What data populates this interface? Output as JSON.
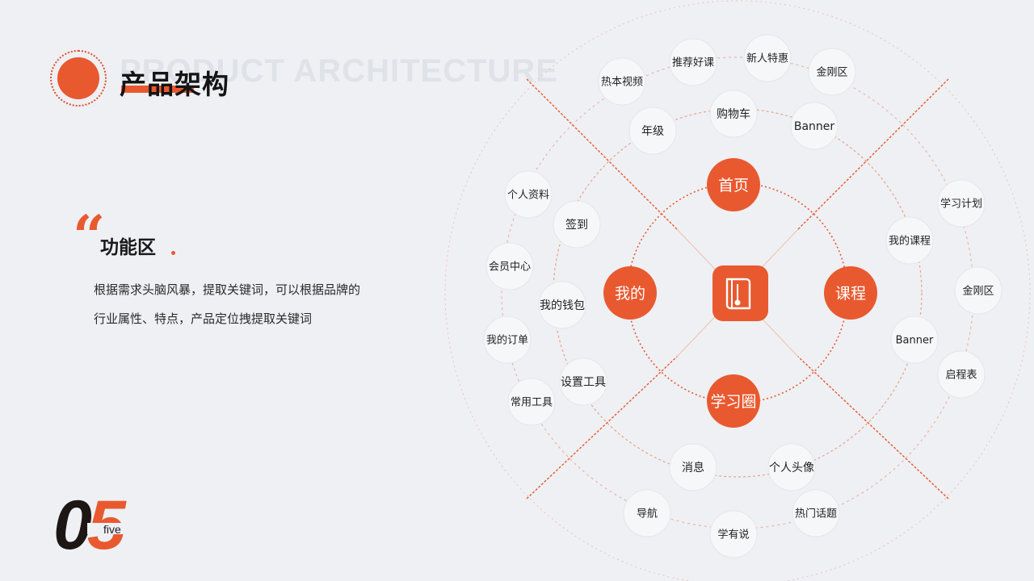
{
  "header": {
    "title_cn": "产品架构",
    "title_en": "PRODUCT ARCHITECTURE"
  },
  "section": {
    "quote": "“",
    "title": "功能区",
    "description_line1": "根据需求头脑风暴，提取关键词，可以根据品牌的",
    "description_line2": "行业属性、特点，产品定位拽提取关键词"
  },
  "page_number": {
    "digit_zero": "0",
    "digit_five": "5",
    "word": "five"
  },
  "colors": {
    "accent": "#e9592f",
    "background": "#eef0f4",
    "node_fill": "#f6f7f9"
  },
  "diagram": {
    "center_icon": "app-book-icon",
    "main_nodes": {
      "top": "首页",
      "right": "课程",
      "bottom": "学习圈",
      "left": "我的"
    },
    "home_inner": [
      "年级",
      "购物车",
      "Banner"
    ],
    "home_outer": [
      "热本视频",
      "推荐好课",
      "新人特惠",
      "金刚区"
    ],
    "course_inner": [
      "我的课程",
      "Banner"
    ],
    "course_outer": [
      "学习计划",
      "金刚区",
      "启程表"
    ],
    "circle_inner": [
      "消息",
      "个人头像"
    ],
    "circle_outer": [
      "导航",
      "学有说",
      "热门话题"
    ],
    "mine_inner": [
      "签到",
      "我的钱包",
      "设置工具"
    ],
    "mine_outer": [
      "个人资料",
      "会员中心",
      "我的订单",
      "常用工具"
    ]
  }
}
